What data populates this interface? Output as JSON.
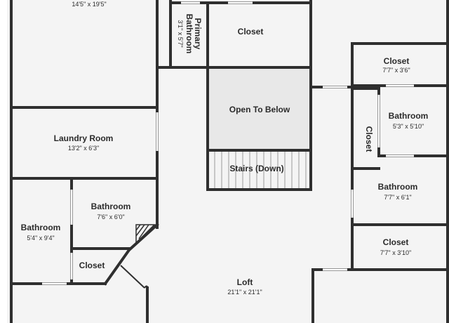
{
  "plan": {
    "colors": {
      "wall": "#2f2f2f",
      "floor": "#f4f4f4",
      "open_below": "#e8e8e8",
      "window": "#ffffff"
    },
    "rooms": {
      "bedroom_top_left": {
        "name": "",
        "dim": "14'5\" x 19'5\""
      },
      "primary_bathroom": {
        "name_line1": "Primary",
        "name_line2": "Bathroom",
        "dim": "3'1\" x 5'7\""
      },
      "closet_top": {
        "name": "Closet"
      },
      "open_to_below": {
        "name": "Open To Below"
      },
      "stairs": {
        "name": "Stairs (Down)"
      },
      "closet_right_top": {
        "name": "Closet",
        "dim": "7'7\" x 3'6\""
      },
      "bathroom_right_upper": {
        "name": "Bathroom",
        "dim": "5'3\" x 5'10\""
      },
      "closet_right_vertical": {
        "name": "Closet"
      },
      "bathroom_right_lower": {
        "name": "Bathroom",
        "dim": "7'7\" x 6'1\""
      },
      "closet_right_bottom": {
        "name": "Closet",
        "dim": "7'7\" x 3'10\""
      },
      "laundry": {
        "name": "Laundry Room",
        "dim": "13'2\" x 6'3\""
      },
      "bathroom_mid": {
        "name": "Bathroom",
        "dim": "7'6\" x 6'0\""
      },
      "bathroom_left": {
        "name": "Bathroom",
        "dim": "5'4\" x 9'4\""
      },
      "closet_bottom_left": {
        "name": "Closet"
      },
      "loft": {
        "name": "Loft",
        "dim": "21'1\" x 21'1\""
      }
    }
  }
}
